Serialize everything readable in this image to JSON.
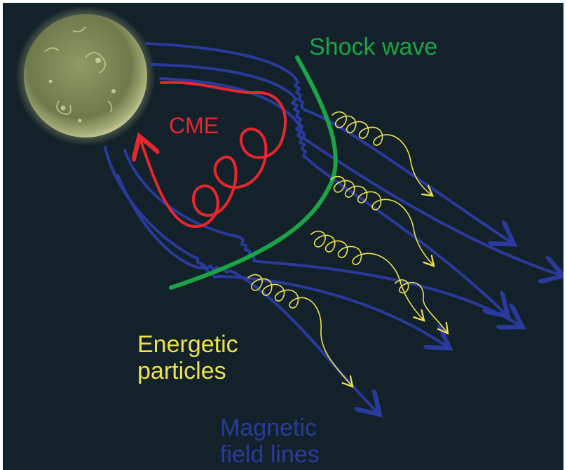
{
  "labels": {
    "shock_wave": "Shock wave",
    "cme": "CME",
    "energetic_line1": "Energetic",
    "energetic_line2": "particles",
    "magnetic_line1": "Magnetic",
    "magnetic_line2": "field lines"
  },
  "colors": {
    "background": "#13222a",
    "shock_wave": "#1aa447",
    "cme": "#e8262d",
    "energetic_particles": "#eee24a",
    "magnetic_field_lines": "#2a3a9c",
    "sun": "#a4ad6a"
  }
}
